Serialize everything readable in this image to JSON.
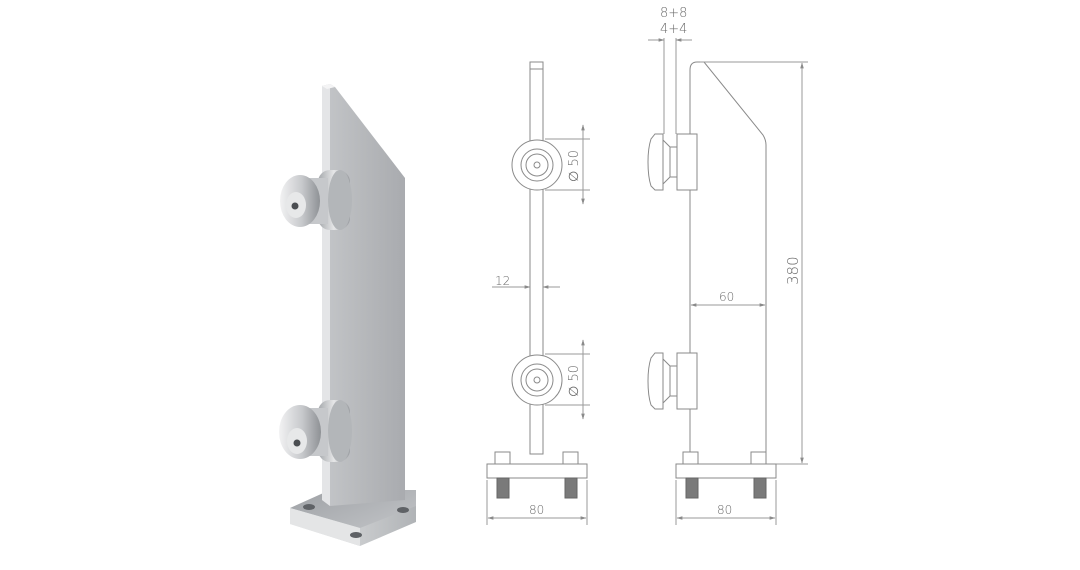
{
  "product": {
    "name": "glass-railing-post",
    "render_label": "3D render of stainless steel glass-clamp post with two point fixings and square base plate"
  },
  "drawings": {
    "front_view": {
      "post_width": "12",
      "fitting_diameter_top": "∅ 50",
      "fitting_diameter_bottom": "∅ 50",
      "base_width": "80"
    },
    "side_view": {
      "glass_thickness_outer": "8+8",
      "glass_thickness_inner": "4+4",
      "fitting_offset": "60",
      "height": "380",
      "base_width": "80"
    }
  },
  "colors": {
    "line": "#8a8a8a",
    "dim_line": "#9a9a9a",
    "text": "#6b6b6b",
    "metal_light": "#d9dadc",
    "metal_mid": "#b9bbbe",
    "metal_dark": "#8d9094",
    "stud": "#7a7a7a"
  }
}
